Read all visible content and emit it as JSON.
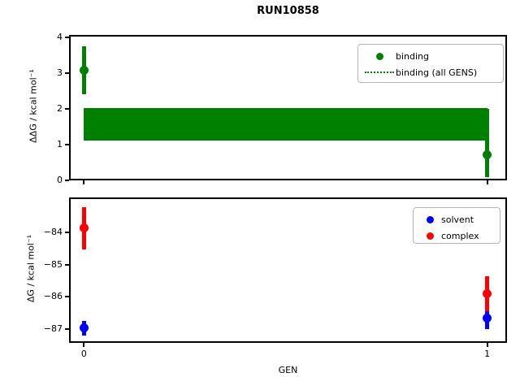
{
  "title": "RUN10858",
  "xlabel": "GEN",
  "colors": {
    "binding_green": "#008000",
    "solvent_blue": "#0000ff",
    "complex_red": "#ff0000",
    "frame_black": "#000000"
  },
  "xlim": [
    -0.037,
    1.049
  ],
  "chart_data": [
    {
      "type": "scatter",
      "title": "",
      "ylabel": "ΔΔG / kcal mol⁻¹",
      "xlabel": "",
      "ylim": [
        0,
        4.068
      ],
      "yticks": [
        {
          "v": 0,
          "label": "0"
        },
        {
          "v": 1,
          "label": "1"
        },
        {
          "v": 2,
          "label": "2"
        },
        {
          "v": 3,
          "label": "3"
        },
        {
          "v": 4,
          "label": "4"
        }
      ],
      "xticks": [
        {
          "v": 0,
          "label": ""
        },
        {
          "v": 1,
          "label": ""
        }
      ],
      "series": [
        {
          "name": "binding",
          "color": "#008000",
          "points": [
            {
              "x": 0,
              "y": 3.09,
              "err_lo": 2.42,
              "err_hi": 3.76
            },
            {
              "x": 1,
              "y": 0.71,
              "err_lo": 0.09,
              "err_hi": 2.01
            }
          ]
        }
      ],
      "band": {
        "name": "binding (all GENS)",
        "color": "#008000",
        "x0": 0,
        "x1": 1,
        "y_lo": 1.12,
        "y_hi": 2.03
      },
      "legend": {
        "position": "upper right",
        "items": [
          {
            "marker": "dot",
            "color": "#008000",
            "label": "binding"
          },
          {
            "marker": "dotted-line",
            "color": "#008000",
            "label": "binding (all GENS)"
          }
        ]
      }
    },
    {
      "type": "scatter",
      "title": "",
      "ylabel": "ΔG / kcal mol⁻¹",
      "xlabel": "GEN",
      "ylim": [
        -87.43,
        -82.92
      ],
      "yticks": [
        {
          "v": -84,
          "label": "−84"
        },
        {
          "v": -85,
          "label": "−85"
        },
        {
          "v": -86,
          "label": "−86"
        },
        {
          "v": -87,
          "label": "−87"
        }
      ],
      "xticks": [
        {
          "v": 0,
          "label": "0"
        },
        {
          "v": 1,
          "label": "1"
        }
      ],
      "series": [
        {
          "name": "solvent",
          "color": "#0000ff",
          "points": [
            {
              "x": 0,
              "y": -86.97,
              "err_lo": -87.2,
              "err_hi": -86.75
            },
            {
              "x": 1,
              "y": -86.66,
              "err_lo": -87.0,
              "err_hi": -86.33
            }
          ]
        },
        {
          "name": "complex",
          "color": "#ff0000",
          "points": [
            {
              "x": 0,
              "y": -83.87,
              "err_lo": -84.53,
              "err_hi": -83.22
            },
            {
              "x": 1,
              "y": -85.9,
              "err_lo": -86.44,
              "err_hi": -85.36
            }
          ]
        }
      ],
      "legend": {
        "position": "upper right",
        "items": [
          {
            "marker": "dot",
            "color": "#0000ff",
            "label": "solvent"
          },
          {
            "marker": "dot",
            "color": "#ff0000",
            "label": "complex"
          }
        ]
      }
    }
  ]
}
